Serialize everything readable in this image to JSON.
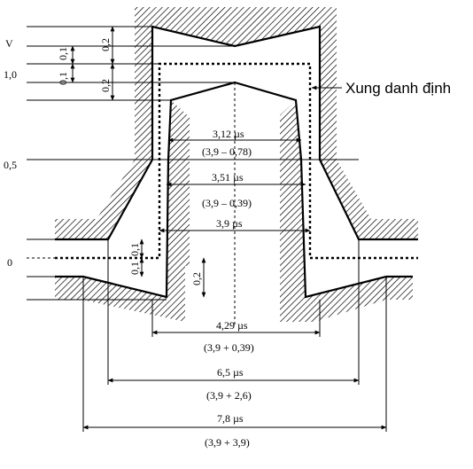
{
  "diagram": {
    "callout": "Xung danh định",
    "y_axis_labels": {
      "v": "V",
      "one": "1,0",
      "half": "0,5",
      "zero": "0"
    },
    "left_tolerances": {
      "top_a": "0,2",
      "top_b": "0,1",
      "top_c": "0,1",
      "top_d": "0,2"
    },
    "zero_tolerances": {
      "a": "0,1",
      "b": "0,1",
      "c": "0,2"
    },
    "widths": [
      {
        "value": "3,12 µs",
        "formula": "(3,9 – 0,78)"
      },
      {
        "value": "3,51 µs",
        "formula": "(3,9 – 0,39)"
      },
      {
        "value": "3,9 µs",
        "formula": ""
      },
      {
        "value": "4,29 µs",
        "formula": "(3,9 + 0,39)"
      },
      {
        "value": "6,5 µs",
        "formula": "(3,9 + 2,6)"
      },
      {
        "value": "7,8 µs",
        "formula": "(3,9 + 3,9)"
      }
    ]
  }
}
